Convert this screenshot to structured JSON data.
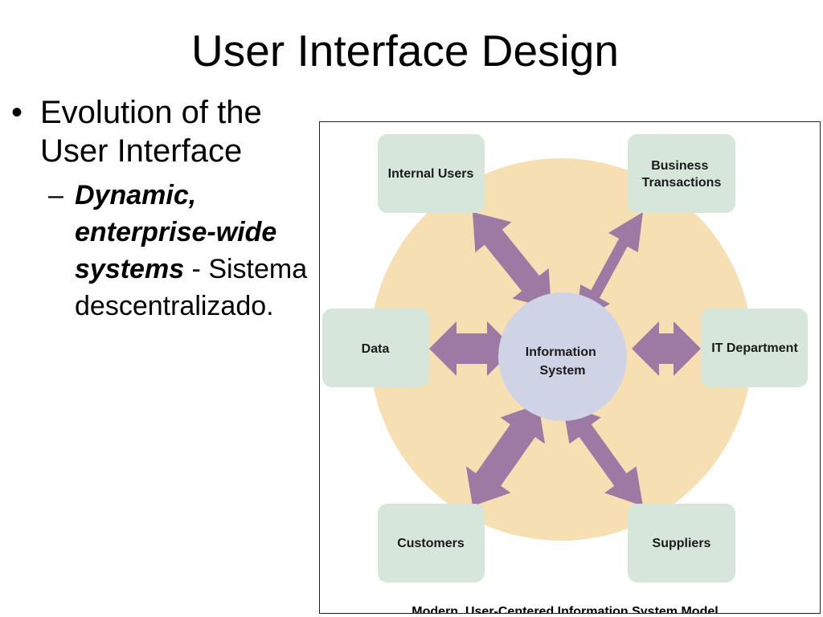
{
  "slide": {
    "title": "User Interface Design",
    "bullet": "Evolution of the User Interface",
    "sub_bullet": {
      "dash": "–",
      "emphasis": "Dynamic, enterprise-wide systems",
      "separator": " - ",
      "text": "Sistema descentralizado."
    }
  },
  "diagram": {
    "center": "Information System",
    "nodes": {
      "internal_users": "Internal Users",
      "business_transactions": "Business Transactions",
      "data": "Data",
      "it_department": "IT Department",
      "customers": "Customers",
      "suppliers": "Suppliers"
    },
    "caption": "Modern, User-Centered Information System Model",
    "colors": {
      "outer_circle": "#F6DFB2",
      "center_circle": "#CFD3E6",
      "node_fill": "#D6E6DB",
      "arrow": "#9D7AA3"
    }
  }
}
